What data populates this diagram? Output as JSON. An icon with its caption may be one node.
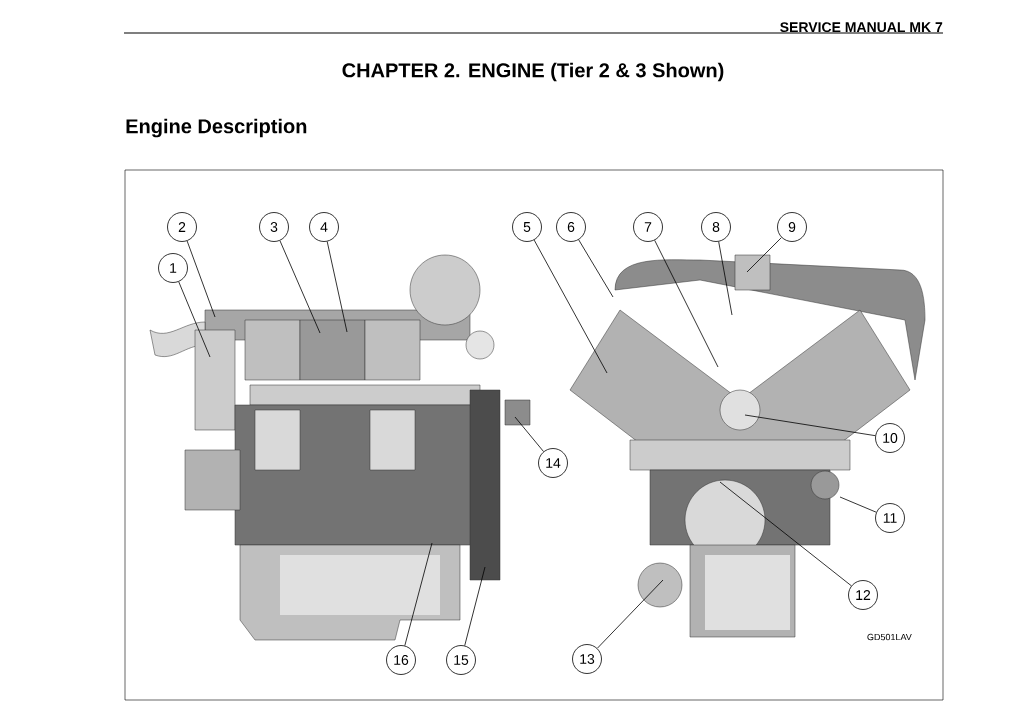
{
  "diagram": {
    "title": "CHAPTER 2. ENGINE (Tier 2 & 3 Shown)",
    "nodes": [
      {
        "text": [
          "1"
        ]
      },
      {
        "text": [
          "2"
        ]
      },
      {
        "text": [
          "3"
        ]
      },
      {
        "text": [
          "4"
        ]
      },
      {
        "text": [
          "5"
        ]
      },
      {
        "text": [
          "6"
        ]
      },
      {
        "text": [
          "7"
        ]
      },
      {
        "text": [
          "8"
        ]
      },
      {
        "text": [
          "9"
        ]
      },
      {
        "text": [
          "10"
        ]
      },
      {
        "text": [
          "11"
        ]
      },
      {
        "text": [
          "12"
        ]
      },
      {
        "text": [
          "13"
        ]
      },
      {
        "text": [
          "14"
        ]
      },
      {
        "text": [
          "15"
        ]
      },
      {
        "text": [
          "16"
        ]
      }
    ],
    "edges": [
      {
        "from": 0,
        "to": null,
        "arrow": "none"
      },
      {
        "from": 1,
        "to": null,
        "arrow": "none"
      },
      {
        "from": 2,
        "to": null,
        "arrow": "none"
      },
      {
        "from": 3,
        "to": null,
        "arrow": "none"
      },
      {
        "from": 4,
        "to": null,
        "arrow": "none"
      },
      {
        "from": 5,
        "to": null,
        "arrow": "none"
      },
      {
        "from": 6,
        "to": null,
        "arrow": "none"
      },
      {
        "from": 7,
        "to": null,
        "arrow": "none"
      },
      {
        "from": 8,
        "to": null,
        "arrow": "none"
      },
      {
        "from": 9,
        "to": null,
        "arrow": "none"
      },
      {
        "from": 10,
        "to": null,
        "arrow": "none"
      },
      {
        "from": 11,
        "to": null,
        "arrow": "none"
      },
      {
        "from": 12,
        "to": null,
        "arrow": "none"
      },
      {
        "from": 13,
        "to": null,
        "arrow": "none"
      },
      {
        "from": 14,
        "to": null,
        "arrow": "none"
      },
      {
        "from": 15,
        "to": null,
        "arrow": "none"
      }
    ],
    "labels": [
      "SERVICE MANUAL MK 7",
      "Engine Description",
      "GD501LAV"
    ]
  }
}
